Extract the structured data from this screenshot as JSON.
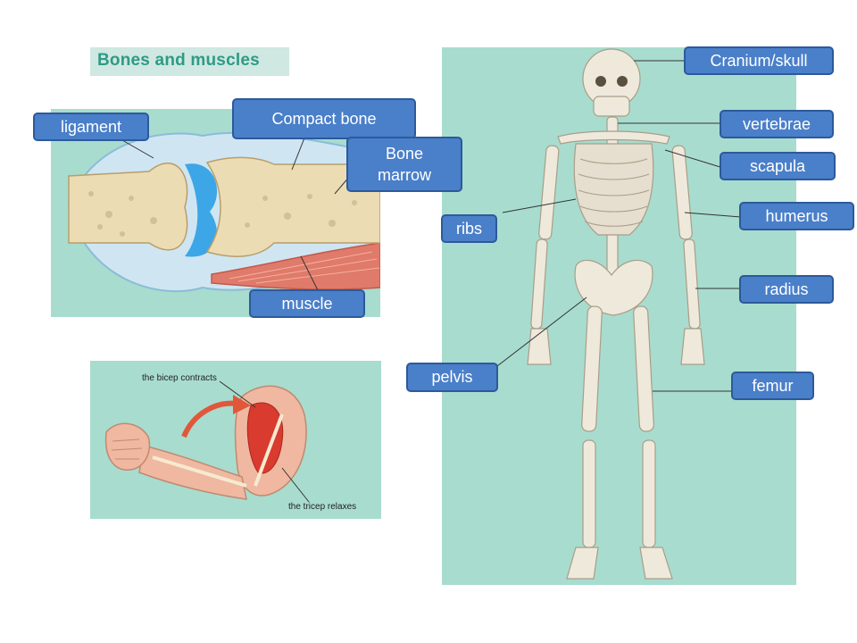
{
  "title": "Bones and muscles",
  "labels": {
    "ligament": "ligament",
    "compact_bone": "Compact bone",
    "bone_marrow_line1": "Bone",
    "bone_marrow_line2": "marrow",
    "muscle": "muscle",
    "cranium": "Cranium/skull",
    "vertebrae": "vertebrae",
    "scapula": "scapula",
    "humerus": "humerus",
    "ribs": "ribs",
    "radius": "radius",
    "pelvis": "pelvis",
    "femur": "femur"
  },
  "arm_captions": {
    "bicep": "the bicep contracts",
    "tricep": "the tricep relaxes"
  },
  "colors": {
    "label_fill": "#4a7fc9",
    "label_border": "#2c5a9a",
    "panel_bg": "#a8dccf",
    "title_text": "#2e9a86"
  }
}
